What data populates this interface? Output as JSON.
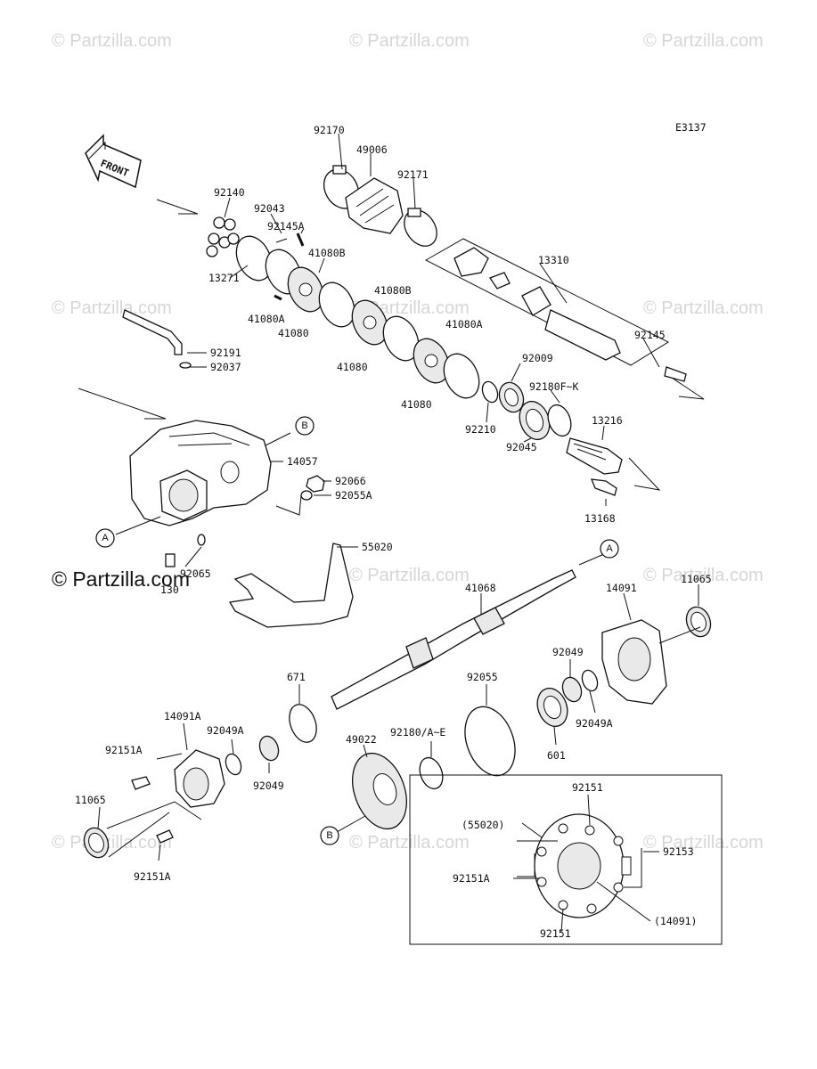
{
  "diagram_code": "E3137",
  "front_label": "FRONT",
  "watermark_text": "© Partzilla.com",
  "watermark_main": "© Partzilla.com",
  "callout_letters": {
    "a": "A",
    "b": "B"
  },
  "parts": {
    "p92170": "92170",
    "p49006": "49006",
    "p92171": "92171",
    "p92140": "92140",
    "p92043": "92043",
    "p92145A": "92145A",
    "p41080B_1": "41080B",
    "p41080B_2": "41080B",
    "p13271": "13271",
    "p41080A_1": "41080A",
    "p41080_1": "41080",
    "p41080_2": "41080",
    "p41080_3": "41080",
    "p41080A_2": "41080A",
    "p13310": "13310",
    "p92145": "92145",
    "p92191": "92191",
    "p92037": "92037",
    "p92009": "92009",
    "p92180FK": "92180F~K",
    "p92210": "92210",
    "p92045": "92045",
    "p13216": "13216",
    "p14057": "14057",
    "p92066": "92066",
    "p92055A": "92055A",
    "p13168": "13168",
    "p55020": "55020",
    "p92065": "92065",
    "p130": "130",
    "p41068": "41068",
    "p14091_1": "14091",
    "p11065_1": "11065",
    "p671": "671",
    "p92055": "92055",
    "p92049_1": "92049",
    "p92049A_1": "92049A",
    "p601": "601",
    "p14091A": "14091A",
    "p92049A_2": "92049A",
    "p92151A_1": "92151A",
    "p92049_2": "92049",
    "p92180AE": "92180/A~E",
    "p49022": "49022",
    "p11065_2": "11065",
    "p92151A_2": "92151A",
    "p92151_1": "92151",
    "p55020p": "(55020)",
    "p92153": "92153",
    "p92151A_3": "92151A",
    "p14091p": "(14091)",
    "p92151_2": "92151"
  }
}
